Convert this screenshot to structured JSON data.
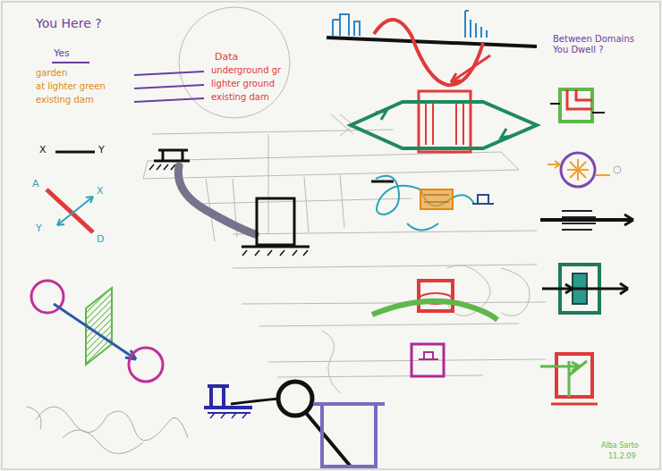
{
  "diagram": {
    "labels": [
      "You Here ?",
      "Yes",
      "garden",
      "at lighter green",
      "existing dam",
      "Data",
      "underground gr",
      "lighter ground",
      "existing dam",
      "Between Domains You Dwell ?",
      "X",
      "Y",
      "A",
      "X",
      "Y",
      "D",
      "Alba Sarto",
      "11.2.09"
    ]
  }
}
